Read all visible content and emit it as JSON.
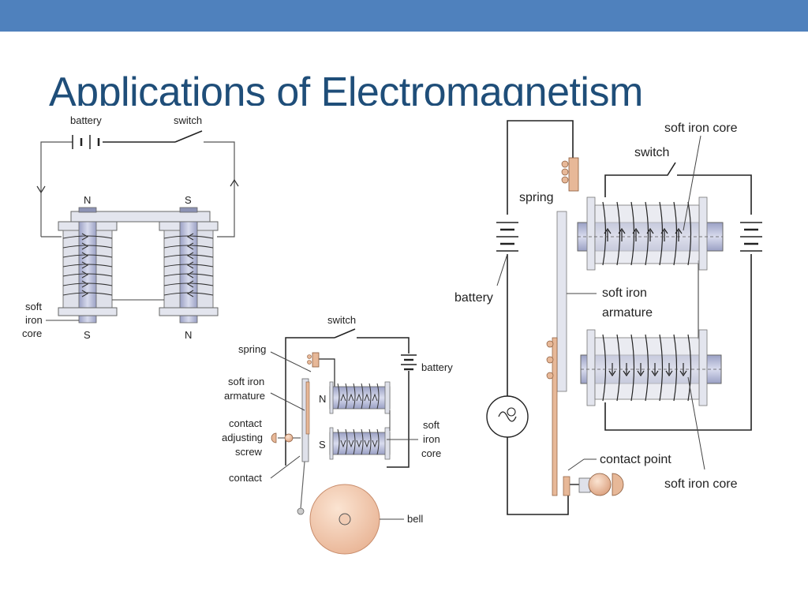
{
  "slide": {
    "title": "Applications of Electromagnetism",
    "accent_color": "#4f81bd",
    "title_color": "#1f4e79"
  },
  "diagram_horseshoe": {
    "battery": "battery",
    "switch": "switch",
    "pole_top_left": "N",
    "pole_top_right": "S",
    "pole_bottom_left": "S",
    "pole_bottom_right": "N",
    "core_line1": "soft",
    "core_line2": "iron",
    "core_line3": "core"
  },
  "diagram_bell": {
    "switch": "switch",
    "spring": "spring",
    "battery": "battery",
    "armature_line1": "soft iron",
    "armature_line2": "armature",
    "screw_line1": "contact",
    "screw_line2": "adjusting",
    "screw_line3": "screw",
    "contact": "contact",
    "pole_n": "N",
    "pole_s": "S",
    "core_line1": "soft",
    "core_line2": "iron",
    "core_line3": "core",
    "bell": "bell"
  },
  "diagram_relay": {
    "soft_iron_core_top": "soft iron core",
    "switch": "switch",
    "spring": "spring",
    "battery": "battery",
    "armature_line1": "soft iron",
    "armature_line2": "armature",
    "contact_point": "contact point",
    "soft_iron_core_bottom": "soft iron core"
  }
}
